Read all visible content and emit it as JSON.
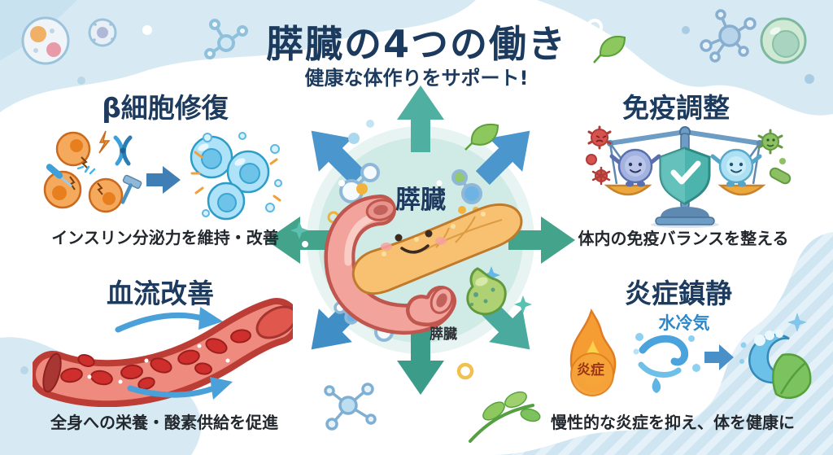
{
  "title": "膵臓の4つの働き",
  "subtitle": "健康な体作りをサポート!",
  "center": {
    "organ_label": "膵臓",
    "organ_caption": "膵臓"
  },
  "quadrants": {
    "beta_cell_repair": {
      "heading": "β細胞修復",
      "caption": "インスリン分泌力を維持・改善"
    },
    "immune_regulation": {
      "heading": "免疫調整",
      "caption": "体内の免疫バランスを整える"
    },
    "blood_flow": {
      "heading": "血流改善",
      "caption": "全身への栄養・酸素供給を促進"
    },
    "inflammation": {
      "heading": "炎症鎮静",
      "caption": "慢性的な炎症を抑え、体を健康に",
      "flame_label": "炎症",
      "water_label": "水冷気"
    }
  },
  "illustrations": {
    "center": "pancreas-character-with-radiating-arrows",
    "beta_cell_repair": "damaged-cells-repaired-to-healthy-cells",
    "immune_regulation": "balance-scale-with-shield-and-immune-cells",
    "blood_flow": "blood-vessel-with-red-blood-cells-and-flow-arrows",
    "inflammation": "flame-cooled-by-water-into-calm-wave-and-leaf"
  },
  "colors": {
    "title_text": "#1c3a5e",
    "heading_text": "#1d3b5e",
    "caption_text": "#23272e",
    "background_blue": "#d7eaf3",
    "panel_white": "#ffffff",
    "arrow_teal": "#43a38b",
    "arrow_blue": "#4a96cd",
    "circle_fill": "#d0eae5",
    "pancreas_yellow": "#f8c171",
    "duodenum_pink": "#f2a49c",
    "water_label_text": "#2e87c8",
    "flame_label_text": "#9c3512"
  }
}
